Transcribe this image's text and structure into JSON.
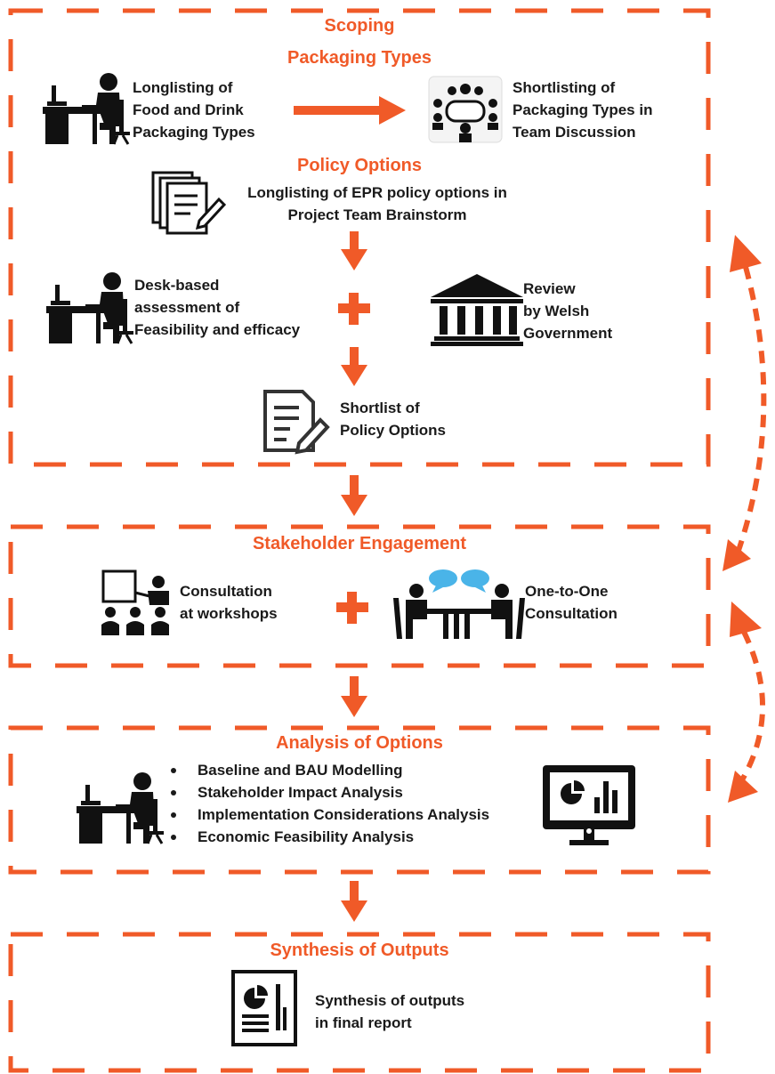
{
  "diagram": {
    "accent": "#f05a28",
    "ink": "#1a1a1a",
    "scoping": {
      "title": "Scoping",
      "packaging_types": {
        "title": "Packaging Types",
        "longlisting": [
          "Longlisting of",
          "Food and Drink",
          "Packaging Types"
        ],
        "shortlisting": [
          "Shortlisting of",
          "Packaging Types in",
          "Team Discussion"
        ]
      },
      "policy_options": {
        "title": "Policy Options",
        "longlisting": [
          "Longlisting of EPR policy options in",
          "Project Team Brainstorm"
        ],
        "desk_assessment": [
          "Desk-based",
          "assessment of",
          "Feasibility and efficacy"
        ],
        "review": [
          "Review",
          "by Welsh",
          "Government"
        ],
        "shortlist": [
          "Shortlist of",
          "Policy Options"
        ]
      }
    },
    "stakeholder": {
      "title": "Stakeholder Engagement",
      "workshops": [
        "Consultation",
        "at workshops"
      ],
      "one_to_one": [
        "One-to-One",
        "Consultation"
      ]
    },
    "analysis": {
      "title": "Analysis of Options",
      "bullets": [
        "Baseline and BAU Modelling",
        "Stakeholder Impact Analysis",
        "Implementation Considerations Analysis",
        "Economic Feasibility Analysis"
      ]
    },
    "synthesis": {
      "title": "Synthesis of Outputs",
      "final_report": [
        "Synthesis of outputs",
        "in final report"
      ]
    },
    "plus_sign": "+",
    "icons": [
      "person-at-desk-icon",
      "team-meeting-icon",
      "documents-icon",
      "government-building-icon",
      "checklist-icon",
      "presentation-icon",
      "one-to-one-chat-icon",
      "monitor-chart-icon",
      "report-icon"
    ]
  }
}
